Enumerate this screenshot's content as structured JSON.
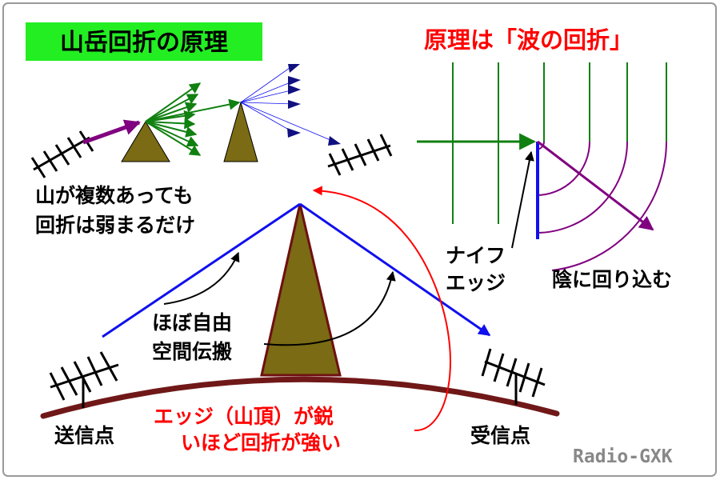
{
  "title": "山岳回折の原理",
  "principle": "原理は「波の回折」",
  "multi_mountain_note": [
    "山が複数あっても",
    "回折は弱まるだけ"
  ],
  "free_space_label": [
    "ほぼ自由",
    "空間伝搬"
  ],
  "knife_edge_label": [
    "ナイフ",
    "エッジ"
  ],
  "shadow_label": "陰に回り込む",
  "sharpness_note": [
    "エッジ（山頂）が鋭",
    "いほど回折が強い"
  ],
  "transmitter_label": "送信点",
  "receiver_label": "受信点",
  "credit": "Radio-GXK",
  "colors": {
    "title_bg": "#22ee22",
    "red_text": "#ff0000",
    "mountain_fill": "#7a6b14",
    "mountain_stroke": "#6e1010",
    "ground": "#701818",
    "ray_blue": "#1010ee",
    "ray_green": "#108010",
    "ray_navy": "#101080",
    "ray_purple": "#800080",
    "frame": "#999999",
    "credit": "#888888"
  }
}
